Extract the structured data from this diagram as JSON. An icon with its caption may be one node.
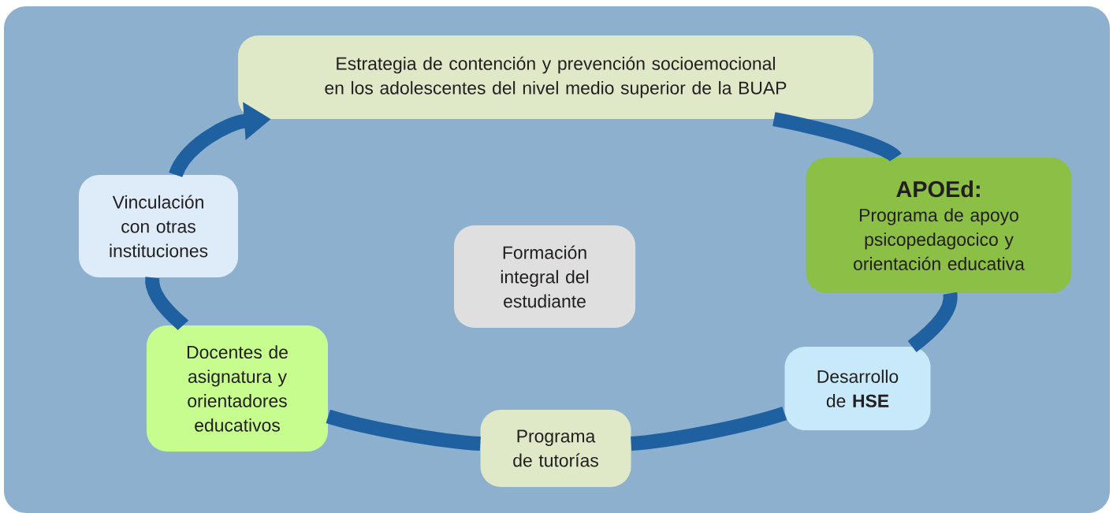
{
  "diagram": {
    "nodes": [
      {
        "text": [
          "Estrategia de contención y prevención socioemocional en los adolescentes del nivel medio superior de la BUAP"
        ]
      },
      {
        "text": [
          "APOEd:",
          "Programa de apoyo psicopedagocico y orientación educativa"
        ]
      },
      {
        "text": [
          "Desarrollo de **HSE**"
        ]
      },
      {
        "text": [
          "Programa de tutorías"
        ]
      },
      {
        "text": [
          "Docentes de asignatura y orientadores educativos"
        ]
      },
      {
        "text": [
          "Vinculación con otras instituciones"
        ]
      },
      {
        "text": [
          "Formación integral del estudiante"
        ]
      }
    ],
    "edges": [
      {
        "from": 0,
        "to": 1,
        "arrow": "none"
      },
      {
        "from": 1,
        "to": 2,
        "arrow": "none"
      },
      {
        "from": 2,
        "to": 3,
        "arrow": "none"
      },
      {
        "from": 3,
        "to": 4,
        "arrow": "none"
      },
      {
        "from": 4,
        "to": 5,
        "arrow": "none"
      },
      {
        "from": 5,
        "to": 0,
        "arrow": "to"
      }
    ]
  }
}
